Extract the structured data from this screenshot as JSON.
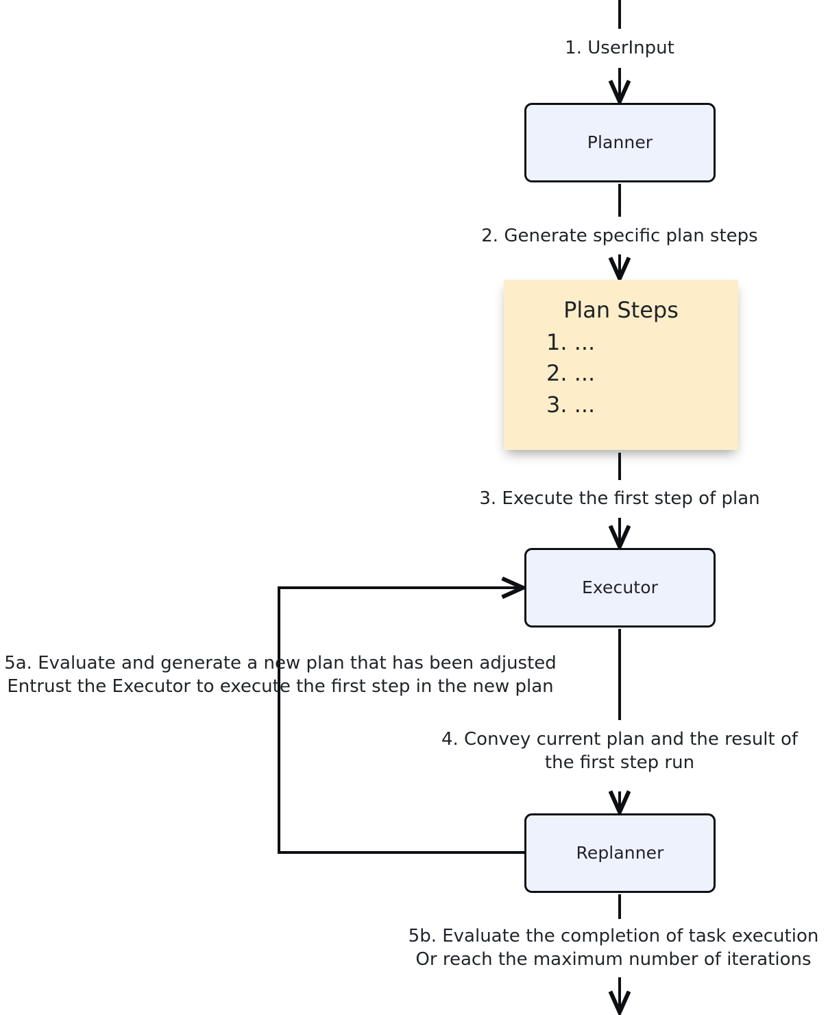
{
  "diagram": {
    "title": "Plan-and-Execute agent loop",
    "colors": {
      "node_fill": "#eef2fc",
      "node_border": "#0d0f12",
      "note_fill": "#fdeec9",
      "text": "#1f2328",
      "background": "#ffffff"
    },
    "nodes": [
      {
        "id": "planner",
        "label": "Planner",
        "shape": "rounded-rect",
        "fill": "#eef2fc"
      },
      {
        "id": "plan-steps",
        "label": "Plan Steps",
        "shape": "note",
        "fill": "#fdeec9"
      },
      {
        "id": "executor",
        "label": "Executor",
        "shape": "rounded-rect",
        "fill": "#eef2fc"
      },
      {
        "id": "replanner",
        "label": "Replanner",
        "shape": "rounded-rect",
        "fill": "#eef2fc"
      }
    ],
    "plan_steps": {
      "title": "Plan Steps",
      "items": [
        "1. ...",
        "2. ...",
        "3. ..."
      ]
    },
    "edges": [
      {
        "id": "e1",
        "from": "input",
        "to": "planner",
        "label": "1. UserInput"
      },
      {
        "id": "e2",
        "from": "planner",
        "to": "plan-steps",
        "label": "2. Generate specific plan steps"
      },
      {
        "id": "e3",
        "from": "plan-steps",
        "to": "executor",
        "label": "3. Execute the first step of plan"
      },
      {
        "id": "e4",
        "from": "executor",
        "to": "replanner",
        "label": "4. Convey current plan and the result of\nthe first step run"
      },
      {
        "id": "e5a",
        "from": "replanner",
        "to": "executor",
        "label": "5a. Evaluate and generate a new plan that has been adjusted\nEntrust the Executor to execute the first step in the new plan"
      },
      {
        "id": "e5b",
        "from": "replanner",
        "to": "output",
        "label": "5b. Evaluate the completion of task execution\nOr reach the maximum number of iterations"
      }
    ]
  }
}
